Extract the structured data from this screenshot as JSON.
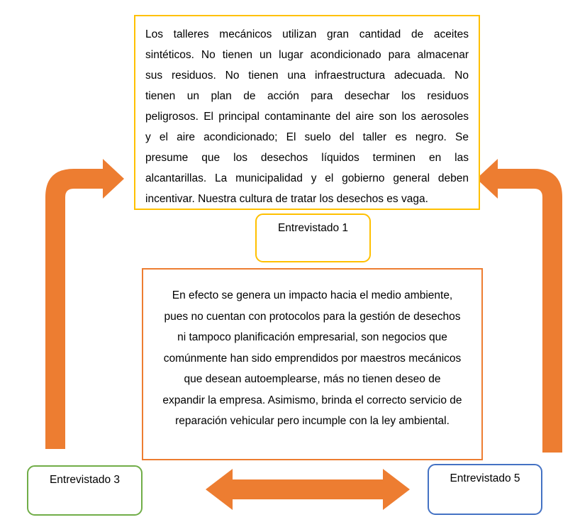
{
  "colors": {
    "accent_gold": "#FFC000",
    "accent_orange": "#ED7D31",
    "accent_green": "#70AD47",
    "accent_blue": "#4472C4",
    "text": "#000000",
    "bg": "#FFFFFF"
  },
  "top_box": {
    "lines": [
      "Los talleres mecánicos utilizan gran cantidad de aceites",
      "sintéticos. No tienen un lugar acondicionado para almacenar",
      "sus residuos. No tienen una infraestructura adecuada. No",
      "tienen un plan de acción para desechar los residuos",
      "peligrosos. El principal contaminante del aire son los aerosoles",
      "y el aire acondicionado; El suelo del taller es negro. Se",
      "presume que los desechos líquidos terminen en las",
      "alcantarillas. La municipalidad y el gobierno general deben",
      "incentivar. Nuestra cultura de tratar los desechos es vaga."
    ]
  },
  "middle_box": {
    "lines": [
      "En efecto se genera un impacto hacia el medio ambiente,",
      "pues no cuentan con protocolos para la gestión de desechos",
      "ni tampoco planificación empresarial, son negocios que",
      "comúnmente han sido emprendidos por maestros mecánicos",
      "que desean autoemplearse, más no tienen deseo de",
      "expandir la empresa. Asimismo, brinda el correcto servicio de",
      "reparación vehicular pero incumple con la ley ambiental."
    ]
  },
  "labels": {
    "entrevistado_1": "Entrevistado 1",
    "entrevistado_3": "Entrevistado 3",
    "entrevistado_5": "Entrevistado 5"
  },
  "arrows": [
    {
      "name": "elbow-arrow-left",
      "color": "#ED7D31"
    },
    {
      "name": "elbow-arrow-right",
      "color": "#ED7D31"
    },
    {
      "name": "double-headed-arrow-bottom",
      "color": "#ED7D31"
    }
  ]
}
